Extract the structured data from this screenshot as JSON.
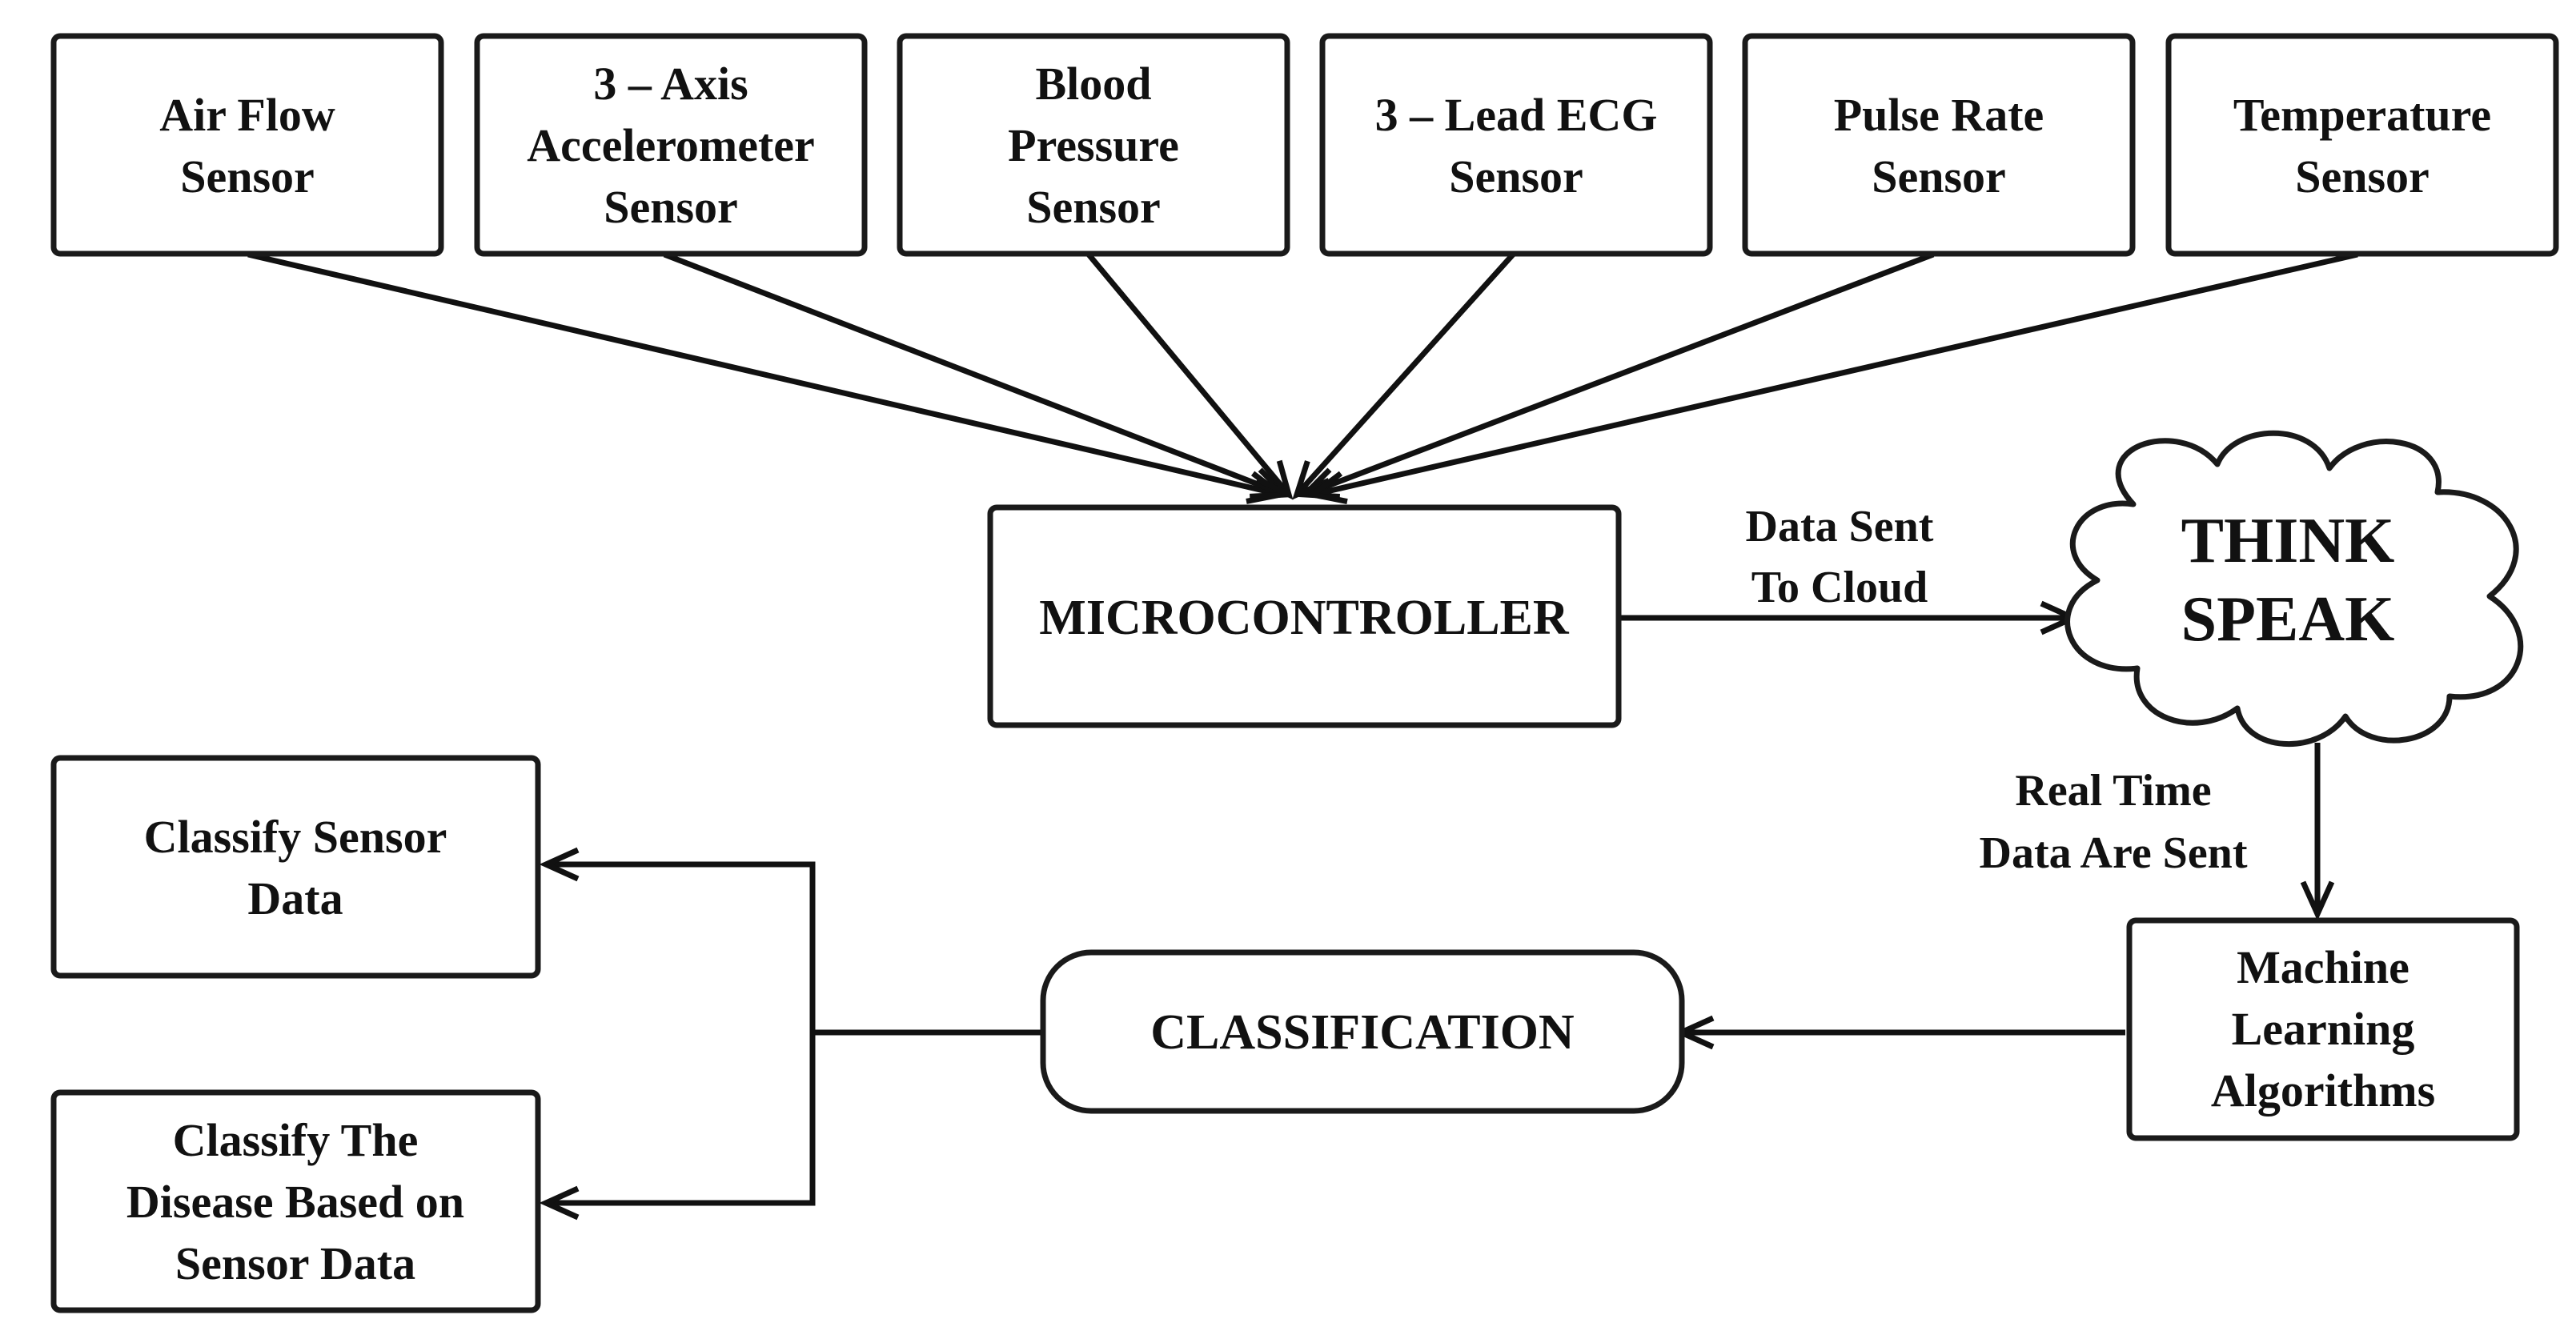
{
  "nodes": {
    "sensor_airflow": [
      "Air Flow",
      "Sensor"
    ],
    "sensor_accelerometer": [
      "3 – Axis",
      "Accelerometer",
      "Sensor"
    ],
    "sensor_blood_pressure": [
      "Blood",
      "Pressure",
      "Sensor"
    ],
    "sensor_ecg": [
      "3 – Lead ECG",
      "Sensor"
    ],
    "sensor_pulse": [
      "Pulse Rate",
      "Sensor"
    ],
    "sensor_temperature": [
      "Temperature",
      "Sensor"
    ],
    "microcontroller": [
      "MICROCONTROLLER"
    ],
    "cloud": [
      "THINK",
      "SPEAK"
    ],
    "ml": [
      "Machine",
      "Learning",
      "Algorithms"
    ],
    "classification": [
      "CLASSIFICATION"
    ],
    "classify_sensor": [
      "Classify Sensor",
      "Data"
    ],
    "classify_disease": [
      "Classify The",
      "Disease Based on",
      "Sensor Data"
    ]
  },
  "edge_labels": {
    "to_cloud": [
      "Data Sent",
      "To Cloud"
    ],
    "real_time": [
      "Real Time",
      "Data Are Sent"
    ]
  }
}
